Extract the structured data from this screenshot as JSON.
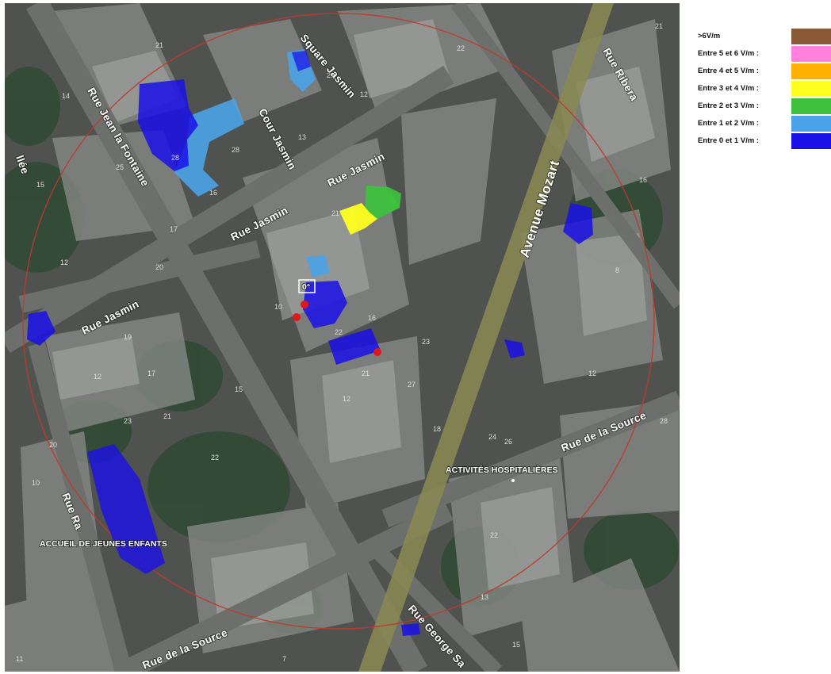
{
  "map": {
    "streets": {
      "square_jasmin": "Square Jasmin",
      "cour_jasmin": "Cour Jasmin",
      "rue_jasmin_top": "Rue Jasmin",
      "rue_jasmin_left": "Rue Jasmin",
      "rue_jean_de_la_fontaine": "Rue Jean la Fontaine",
      "rue_ribera": "Rue Ribera",
      "avenue_mozart": "Avenue Mozart",
      "rue_de_la_source_right": "Rue de la Source",
      "rue_de_la_source_bottom": "Rue de la Source",
      "rue_george_sand": "Rue George Sa",
      "rue_raffet": "Rue Ra",
      "rue_left_edge": "llée"
    },
    "pois": {
      "hospital": "ACTIVITÉS HOSPITALIÈRES",
      "nursery": "ACCUEIL DE JEUNES ENFANTS"
    },
    "antenna_label": "0°",
    "building_numbers": [
      "21",
      "14",
      "28",
      "17",
      "12",
      "20",
      "26",
      "12",
      "28",
      "16",
      "15",
      "25",
      "13",
      "21",
      "10",
      "22",
      "16",
      "17",
      "19",
      "12",
      "23",
      "20",
      "21",
      "15",
      "22",
      "12",
      "21",
      "27",
      "23",
      "24",
      "26",
      "18",
      "22",
      "13",
      "15",
      "12",
      "8",
      "16",
      "21",
      "28",
      "10",
      "11",
      "7",
      "22"
    ]
  },
  "legend": {
    "items": [
      {
        "label": ">6V/m",
        "color": "#8a5a36"
      },
      {
        "label": "Entre 5 et 6 V/m :",
        "color": "#ff80dd"
      },
      {
        "label": "Entre 4 et 5 V/m :",
        "color": "#ffb000"
      },
      {
        "label": "Entre 3 et 4 V/m :",
        "color": "#ffff20"
      },
      {
        "label": "Entre 2 et 3 V/m :",
        "color": "#3ec23e"
      },
      {
        "label": "Entre 1 et 2 V/m :",
        "color": "#4aa3e8"
      },
      {
        "label": "Entre 0 et 1 V/m :",
        "color": "#1a10e8"
      }
    ]
  }
}
